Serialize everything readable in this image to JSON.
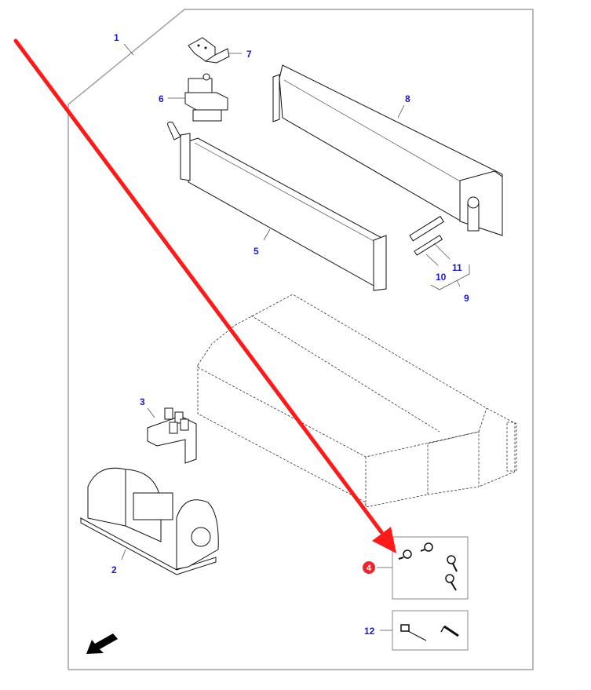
{
  "diagram": {
    "title": "Heater / evaporator assembly exploded parts view",
    "callouts": [
      {
        "id": "1",
        "label": "1",
        "part": "housing-assembly"
      },
      {
        "id": "2",
        "label": "2",
        "part": "blower-fan"
      },
      {
        "id": "3",
        "label": "3",
        "part": "resistor-block"
      },
      {
        "id": "4",
        "label": "4",
        "part": "connector-kit",
        "highlighted": true
      },
      {
        "id": "5",
        "label": "5",
        "part": "heater-core"
      },
      {
        "id": "6",
        "label": "6",
        "part": "water-valve"
      },
      {
        "id": "7",
        "label": "7",
        "part": "valve-bracket"
      },
      {
        "id": "8",
        "label": "8",
        "part": "evaporator"
      },
      {
        "id": "9",
        "label": "9",
        "part": "pipe-set"
      },
      {
        "id": "10",
        "label": "10",
        "part": "pipe"
      },
      {
        "id": "11",
        "label": "11",
        "part": "pipe"
      },
      {
        "id": "12",
        "label": "12",
        "part": "sensor-kit"
      }
    ],
    "highlight_color": "#e8262b",
    "callout_color": "#1a1acc",
    "annotation_arrow": {
      "color": "#ff1a1a",
      "points_to": "4"
    },
    "orientation_arrow": {
      "direction": "front-left",
      "color": "#000000"
    }
  }
}
